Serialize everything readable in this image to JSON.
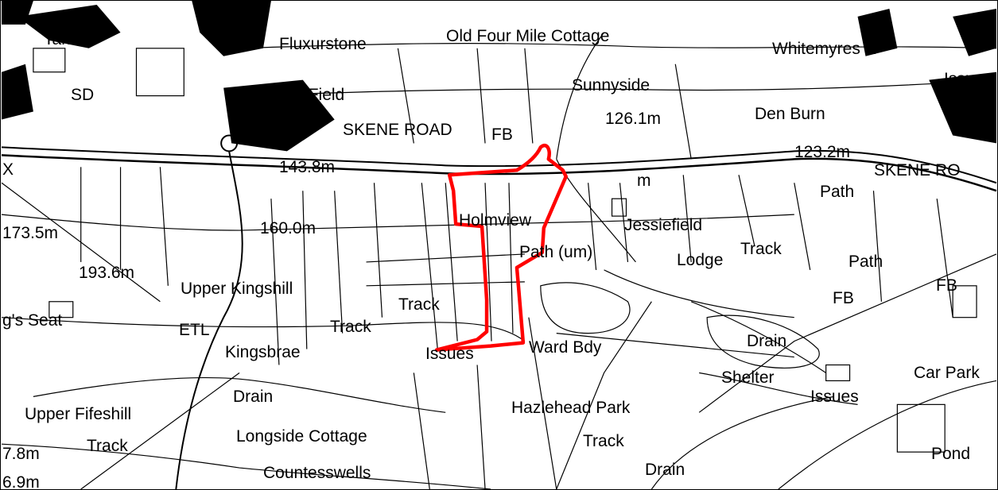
{
  "map": {
    "boundary_color": "#ff0000",
    "line_color": "#000000",
    "background_color": "#ffffff",
    "labels": {
      "tannfield": "Tannfi",
      "fluxstone": "Fluxurstone",
      "four_mile": "Old Four Mile Cottage",
      "whitemyres": "Whitemyres H",
      "issues_top_right": "Issue",
      "sd": "SD",
      "playing_field": "Playing Field",
      "sunnyside": "Sunnyside",
      "skene_road_left": "SKENE ROAD",
      "fb_top": "FB",
      "spot_126": "126.1m",
      "den_burn": "Den Burn",
      "spot_123": "123.2m",
      "skene_road_right": "SKENE RO",
      "x_left": "X",
      "spot_143": "143.8m",
      "spot_right_mid": "m",
      "path_right": "Path",
      "spot_173": "173.5m",
      "spot_160": "160.0m",
      "holmview": "Holmview",
      "jessiefield": "Jessiefield",
      "path_um": "Path (um)",
      "lodge": "Lodge",
      "track_right": "Track",
      "path_right2": "Path",
      "spot_193": "193.6m",
      "upper_kingshill": "Upper Kingshill",
      "fb_right": "FB",
      "fb_right2": "FB",
      "kings_seat": "g's Seat",
      "etl": "ETL",
      "track_mid": "Track",
      "track_center": "Track",
      "kingsbrae": "Kingsbrae",
      "issues_mid": "Issues",
      "ward_bdy": "Ward Bdy",
      "drain_right": "Drain",
      "shelter": "Shelter",
      "car_park": "Car Park",
      "issues_right": "Issues",
      "drain_left": "Drain",
      "upper_fifeshill": "Upper Fifeshill",
      "hazlehead_park": "Hazlehead Park",
      "track_left": "Track",
      "longside": "Longside Cottage",
      "track_bottom": "Track",
      "spot_7_8": "7.8m",
      "pond": "Pond",
      "countesswells": "Countesswells",
      "drain_bottom": "Drain",
      "spot_6_9": "6.9m"
    }
  }
}
